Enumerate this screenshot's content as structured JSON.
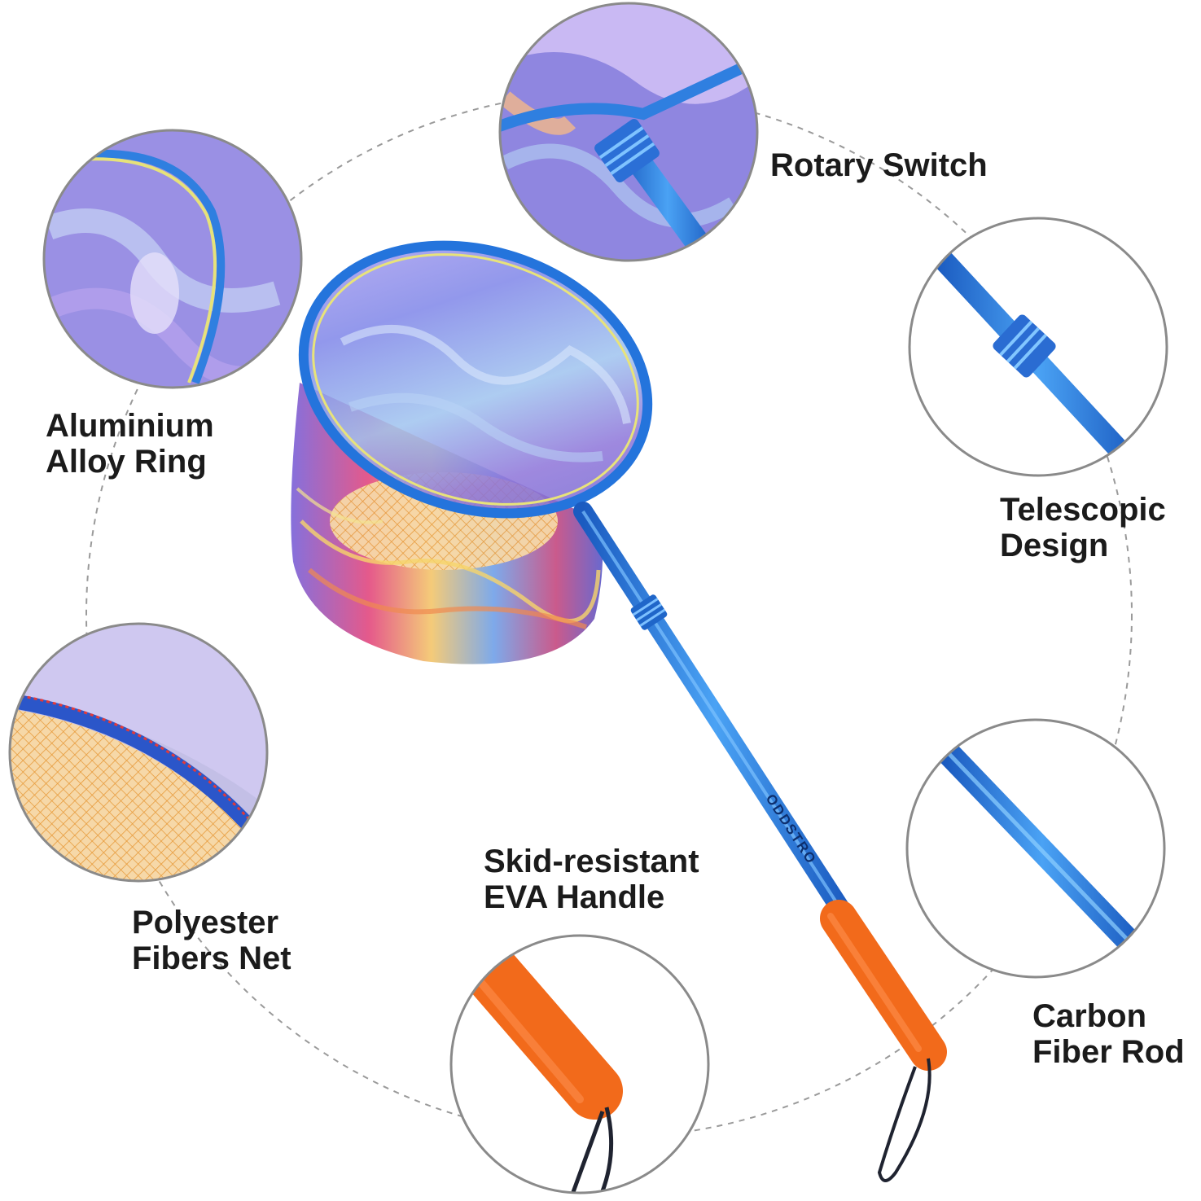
{
  "labels": {
    "rotary_switch": "Rotary Switch",
    "aluminium_alloy_ring": {
      "line1": "Aluminium",
      "line2": "Alloy Ring"
    },
    "telescopic_design": {
      "line1": "Telescopic",
      "line2": "Design"
    },
    "polyester_fibers_net": {
      "line1": "Polyester",
      "line2": "Fibers Net"
    },
    "skid_resistant_handle": {
      "line1": "Skid-resistant",
      "line2": "EVA Handle"
    },
    "carbon_fiber_rod": {
      "line1": "Carbon",
      "line2": "Fiber Rod"
    }
  },
  "brand_text": "ODDSTRO",
  "colors": {
    "pole_blue": "#2f7fe0",
    "handle_orange": "#f26a1b",
    "circle_border": "#8a8a8a",
    "dashed_ring": "#9a9a9a",
    "label_text": "#1b1b1b"
  }
}
